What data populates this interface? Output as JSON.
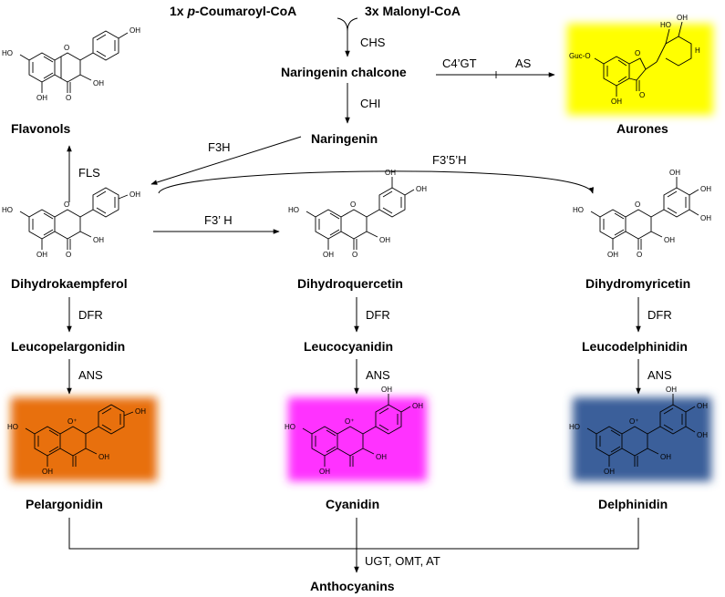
{
  "compounds": {
    "coumaroyl_prefix": "1x ",
    "coumaroyl_italic": "p",
    "coumaroyl_rest": "-Coumaroyl-CoA",
    "malonyl": "3x Malonyl-CoA",
    "naringenin_chalcone": "Naringenin chalcone",
    "naringenin": "Naringenin",
    "flavonols": "Flavonols",
    "aurones": "Aurones",
    "dihydrokaempferol": "Dihydrokaempferol",
    "dihydroquercetin": "Dihydroquercetin",
    "dihydromyricetin": "Dihydromyricetin",
    "leucopelargonidin": "Leucopelargonidin",
    "leucocyanidin": "Leucocyanidin",
    "leucodelphinidin": "Leucodelphinidin",
    "pelargonidin": "Pelargonidin",
    "cyanidin": "Cyanidin",
    "delphinidin": "Delphinidin",
    "anthocyanins": "Anthocyanins"
  },
  "enzymes": {
    "chs": "CHS",
    "chi": "CHI",
    "c4gt": "C4’GT",
    "as": "AS",
    "f3h": "F3H",
    "fls": "FLS",
    "f3p5ph": "F3’5’H",
    "f3ph": "F3’ H",
    "dfr": "DFR",
    "ans": "ANS",
    "final": "UGT, OMT, AT"
  },
  "atoms": {
    "ho": "HO",
    "oh": "OH",
    "o": "O",
    "o_plus": "O⁺",
    "h": "H",
    "guc_o": "Guc-O"
  },
  "colors": {
    "aurones_bg": "#ffff00",
    "pelargonidin_bg": "#e8700c",
    "cyanidin_bg": "#ff33ff",
    "delphinidin_bg": "#3a5f9a"
  }
}
